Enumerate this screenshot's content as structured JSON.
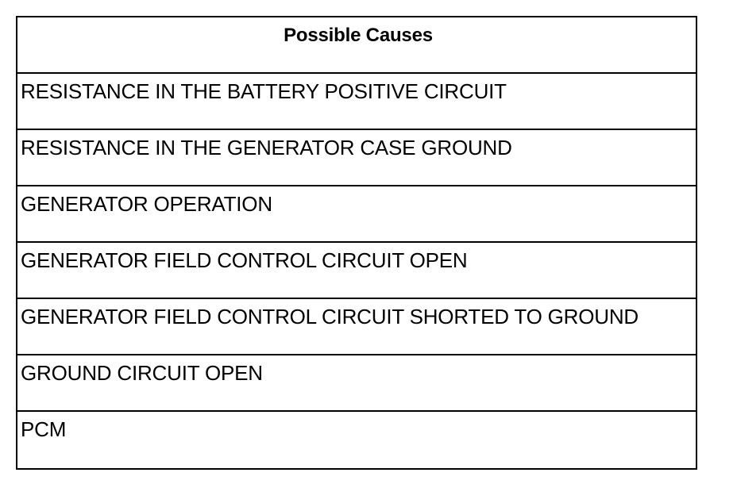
{
  "table": {
    "header": "Possible Causes",
    "rows": [
      "RESISTANCE IN THE BATTERY POSITIVE CIRCUIT",
      "RESISTANCE IN THE GENERATOR CASE GROUND",
      "GENERATOR OPERATION",
      "GENERATOR FIELD CONTROL CIRCUIT OPEN",
      "GENERATOR FIELD CONTROL CIRCUIT SHORTED TO GROUND",
      "GROUND CIRCUIT OPEN",
      "PCM"
    ]
  }
}
